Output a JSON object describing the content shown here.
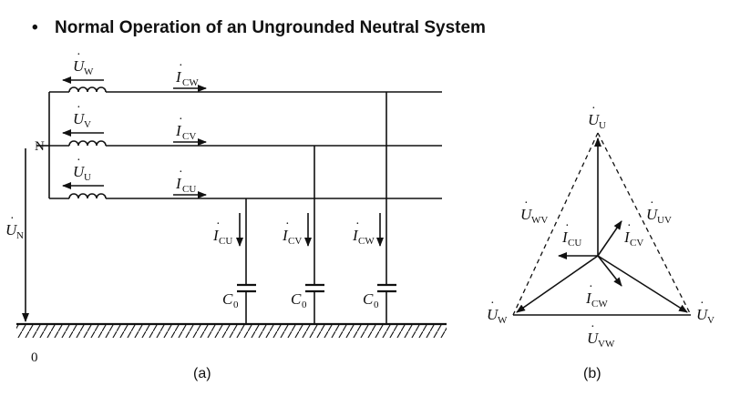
{
  "title": {
    "bullet": "•",
    "text": "Normal Operation of an Ungrounded Neutral System"
  },
  "diagram_a": {
    "caption": "(a)",
    "node_N": "N",
    "node_0": "0",
    "source_voltages": [
      {
        "symbol": "U",
        "subscript": "W"
      },
      {
        "symbol": "U",
        "subscript": "V"
      },
      {
        "symbol": "U",
        "subscript": "U"
      }
    ],
    "line_currents": [
      {
        "symbol": "I",
        "subscript": "CW"
      },
      {
        "symbol": "I",
        "subscript": "CV"
      },
      {
        "symbol": "I",
        "subscript": "CU"
      }
    ],
    "neutral_voltage": {
      "symbol": "U",
      "subscript": "N"
    },
    "branch_currents": [
      {
        "symbol": "I",
        "subscript": "CU"
      },
      {
        "symbol": "I",
        "subscript": "CV"
      },
      {
        "symbol": "I",
        "subscript": "CW"
      }
    ],
    "capacitors": [
      {
        "symbol": "C",
        "subscript": "0"
      },
      {
        "symbol": "C",
        "subscript": "0"
      },
      {
        "symbol": "C",
        "subscript": "0"
      }
    ]
  },
  "diagram_b": {
    "caption": "(b)",
    "vertices": {
      "U": {
        "symbol": "U",
        "subscript": "U"
      },
      "W": {
        "symbol": "U",
        "subscript": "W"
      },
      "V": {
        "symbol": "U",
        "subscript": "V"
      }
    },
    "line_voltages": {
      "WV": {
        "symbol": "U",
        "subscript": "WV"
      },
      "UV": {
        "symbol": "U",
        "subscript": "UV"
      },
      "VW": {
        "symbol": "U",
        "subscript": "VW"
      }
    },
    "currents": {
      "CU": {
        "symbol": "I",
        "subscript": "CU"
      },
      "CV": {
        "symbol": "I",
        "subscript": "CV"
      },
      "CW": {
        "symbol": "I",
        "subscript": "CW"
      }
    }
  }
}
